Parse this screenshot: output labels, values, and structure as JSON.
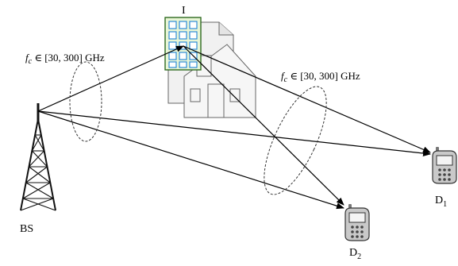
{
  "labels": {
    "irs": "I",
    "base_station": "BS",
    "device_1": "D",
    "device_1_sub": "1",
    "device_2": "D",
    "device_2_sub": "2"
  },
  "annotations": {
    "freq_left": {
      "f": "f",
      "c": "c",
      "range": " ∈ [30, 300] GHz"
    },
    "freq_right": {
      "f": "f",
      "c": "c",
      "range": " ∈ [30, 300] GHz"
    }
  },
  "icons": {
    "tower": "antenna-tower-icon",
    "building": "building-icon",
    "irs_panel": "irs-panel-icon",
    "phone": "mobile-phone-icon"
  }
}
